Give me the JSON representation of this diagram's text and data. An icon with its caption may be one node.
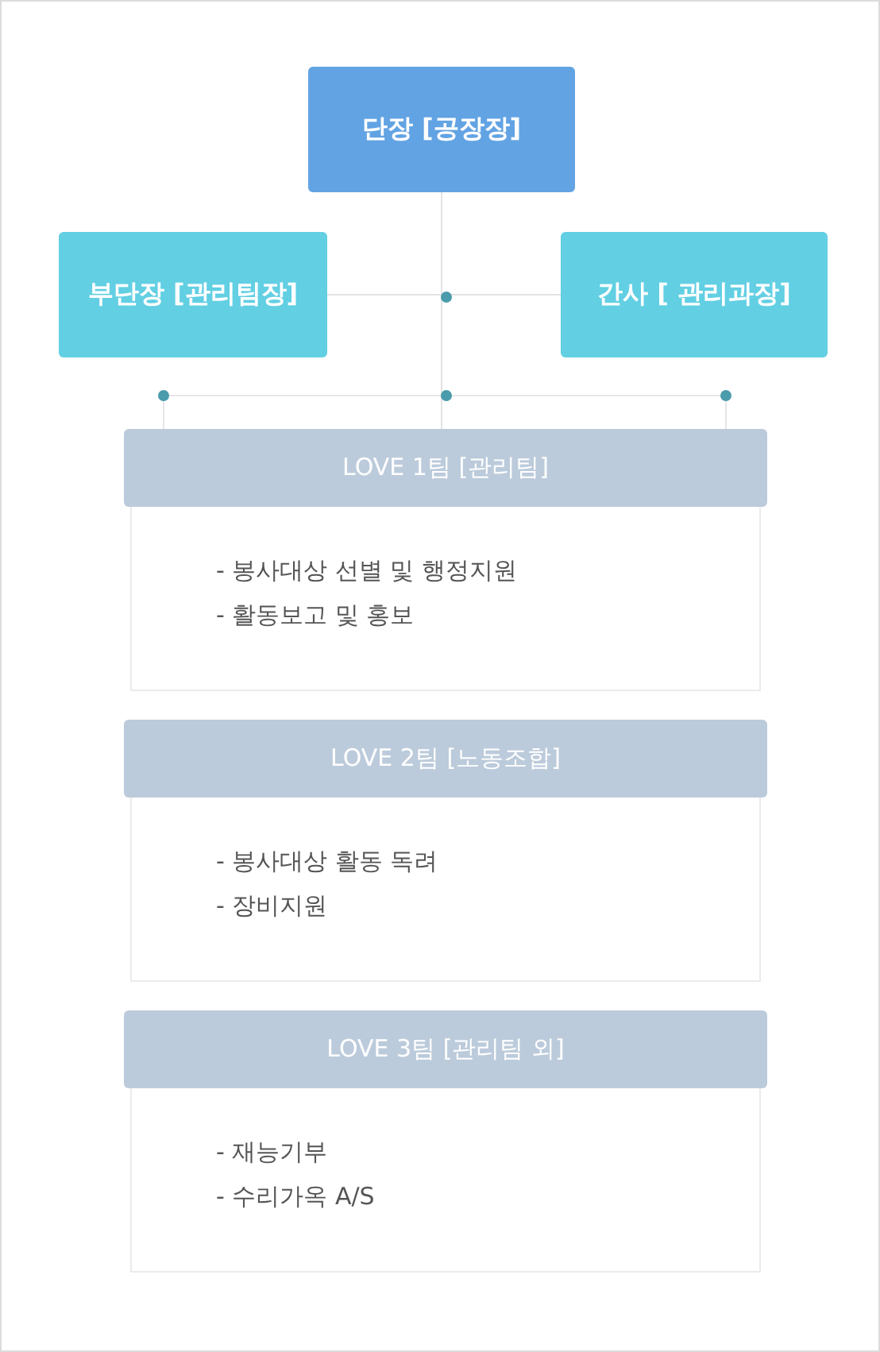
{
  "diagram": {
    "nodes": [
      {
        "text": [
          "단장 [공장장]"
        ]
      },
      {
        "text": [
          "부단장 [관리팀장]"
        ]
      },
      {
        "text": [
          "간사 [ 관리과장]"
        ]
      },
      {
        "text": [
          "LOVE 1팀 [관리팀]"
        ]
      },
      {
        "text": [
          "- 봉사대상 선별 및 행정지원",
          "- 활동보고 및 홍보"
        ]
      },
      {
        "text": [
          "LOVE 2팀 [노동조합]"
        ]
      },
      {
        "text": [
          "- 봉사대상 활동 독려",
          "- 장비지원"
        ]
      },
      {
        "text": [
          "LOVE 3팀 [관리팀 외]"
        ]
      },
      {
        "text": [
          "- 재능기부",
          "- 수리가옥 A/S"
        ]
      }
    ],
    "edges": [
      {
        "from": 0,
        "to": 1,
        "arrow": "none"
      },
      {
        "from": 0,
        "to": 2,
        "arrow": "none"
      },
      {
        "from": 0,
        "to": 3,
        "arrow": "none"
      }
    ]
  }
}
